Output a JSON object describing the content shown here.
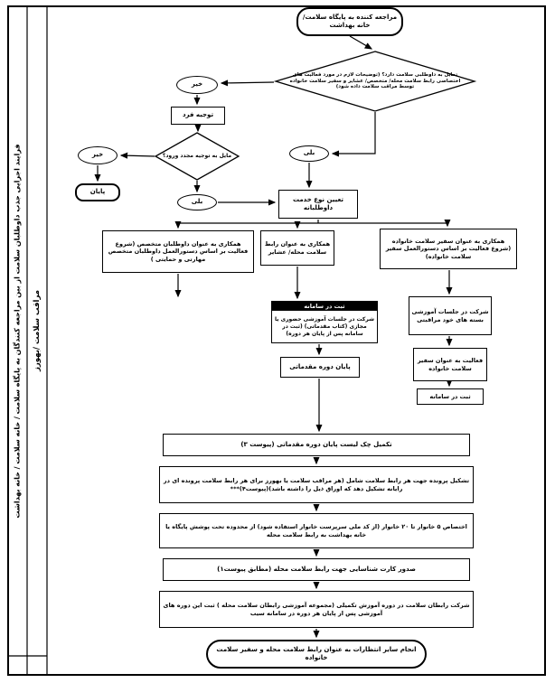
{
  "figure": {
    "colors": {
      "line": "#000000",
      "highlight_bg": "#000000",
      "highlight_text": "#ffffff"
    },
    "sidebar": {
      "process_title": "فرایند اجرایی جذب داوطلبان سلامت از بین مراجعه کنندگان به پایگاه سلامت / خانه سلامت / خانه بهداشت",
      "role_title": "مراقب سلامت /بهورز"
    },
    "labels": {
      "yes": "بلی",
      "no": "خیر"
    },
    "nodes": {
      "start": "مراجعه کننده به پایگاه سلامت/ خانه بهداشت",
      "decision_interest": "تمایل به داوطلبی سلامت دارد؟ (توضیحات لازم در مورد فعالیت های اختصاصی رابط سلامت محله/ متخصص/ عشایر و سفیر سلامت خانواده توسط مراقب سلامت داده شود)",
      "orientation": "توجیه فرد",
      "decision_reentry": "مایل به توجیه مجدد ورود؟",
      "end": "پایان",
      "select_service": "تعیین نوع خدمت داوطلبانه",
      "branch_specialist": "همکاری به عنوان داوطلبان متخصص (شروع فعالیت بر اساس دستورالعمل داوطلبان متخصص مهارتی و حمایتی )",
      "branch_rabet": "همکاری به عنوان رابط سلامت محله/ عشایر",
      "branch_safir": "همکاری به عنوان سفیر سلامت خانواده (شروع فعالیت بر اساس دستورالعمل سفیر سلامت خانواده)",
      "sabt_header": "ثبت در سامانه",
      "training_sessions": "شرکت در جلسات آموزشی حضوری یا مجازی (کتاب مقدماتی) (ثبت در سامانه پس از پایان هر دوره)",
      "end_basic_course": "پایان دوره مقدماتی",
      "safir_training": "شرکت در جلسات آموزشی بسته های خود مراقبتی",
      "safir_activity": "فعالیت به عنوان سفیر سلامت خانواده",
      "safir_sabt": "ثبت در سامانه",
      "checklist": "تکمیل چک لیست پایان دوره مقدماتی (پیوست ۳)",
      "file_creation": "تشکیل پرونده جهت هر رابط سلامت شامل (هر مراقب سلامت یا بهورز برای هر رابط سلامت پرونده ای در رایانه تشکیل دهد که اوراق ذیل را داشته باشد)(پیوست۴)***",
      "households": "اختصاص ۵ خانوار تا ۲۰ خانوار (از کد ملی سرپرست خانوار استفاده شود) از محدوده تحت پوشش پایگاه یا خانه بهداشت به رابط سلامت محله",
      "id_card": "صدور کارت شناسایی جهت رابط سلامت محله (مطابق پیوست۱)",
      "advanced_training": "شرکت رابطان سلامت در دوره آموزش تکمیلی (مجموعه آموزشی رابطان سلامت محله ) ثبت این دوره های آموزشی پس از پایان هر دوره در سامانه سیب",
      "final": "انجام سایر انتظارات به عنوان رابط سلامت محله و سفیر سلامت خانواده"
    }
  }
}
